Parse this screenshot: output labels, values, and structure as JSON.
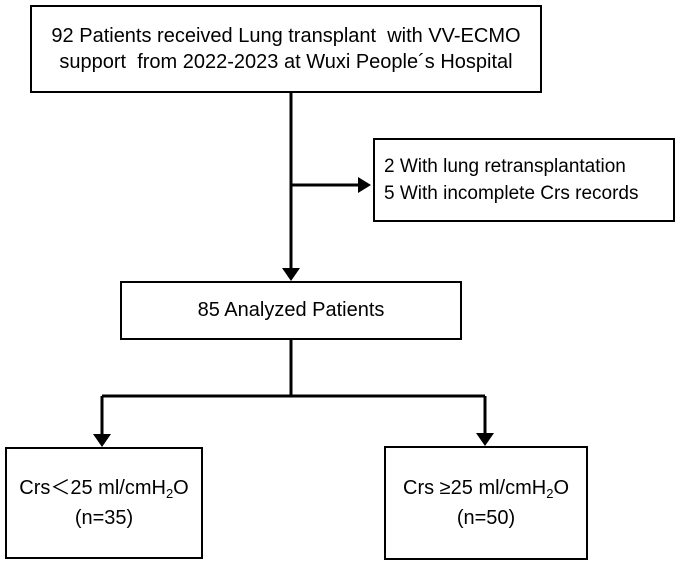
{
  "source_box": {
    "line1": "92 Patients received Lung transplant  with VV-ECMO",
    "line2": "support  from 2022-2023 at Wuxi People´s Hospital"
  },
  "exclusion_box": {
    "line1": "2 With lung retransplantation",
    "line2": "5 With incomplete Crs records"
  },
  "analyzed_box": {
    "label": "85 Analyzed Patients"
  },
  "group_low": {
    "label_prefix": "Crs＜25 ml/cmH",
    "subscript": "2",
    "label_suffix": "O",
    "count": "(n=35)"
  },
  "group_high": {
    "label_prefix": "Crs ≥25 ml/cmH",
    "subscript": "2",
    "label_suffix": "O",
    "count": "(n=50)"
  }
}
